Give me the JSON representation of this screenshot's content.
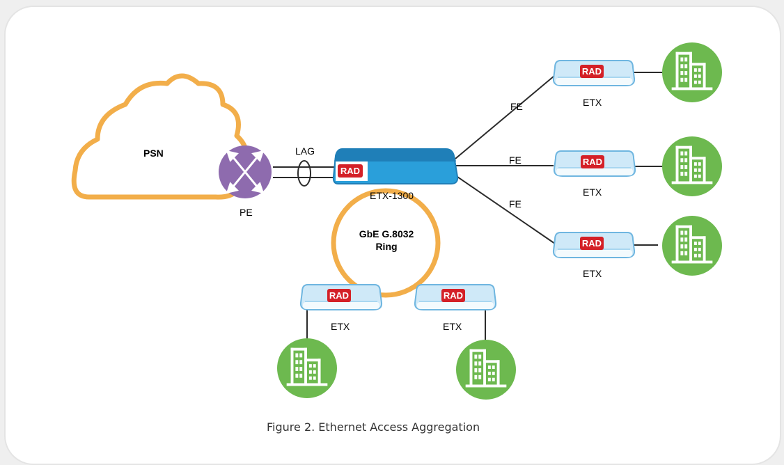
{
  "colors": {
    "cloud": "#F2AE4A",
    "ring": "#F2AE4A",
    "pe_router": "#8E6BAE",
    "etx1300": "#2A9FDA",
    "etx_device": "#C9E6F6",
    "rad_logo": "#D42027",
    "building": "#6DB94F",
    "links": "#2b2b2b"
  },
  "diagram": {
    "psn_label": "PSN",
    "pe_label": "PE",
    "lag_label": "LAG",
    "etx1300_label": "ETX-1300",
    "ring_label_line1": "GbE G.8032",
    "ring_label_line2": "Ring",
    "fe_labels": [
      "FE",
      "FE",
      "FE"
    ],
    "etx_labels": [
      "ETX",
      "ETX",
      "ETX",
      "ETX",
      "ETX"
    ],
    "logo_text": "RAD",
    "icons": [
      "cloud-icon",
      "router-icon",
      "building-icon"
    ]
  },
  "caption": "Figure 2. Ethernet Access Aggregation"
}
